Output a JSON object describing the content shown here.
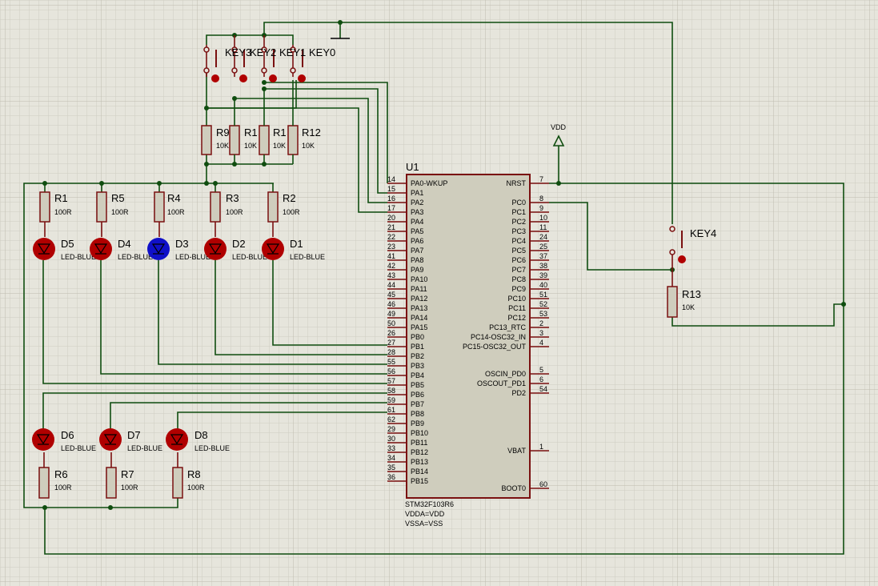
{
  "mcu": {
    "ref": "U1",
    "part": "STM32F103R6",
    "notes": [
      "VDDA=VDD",
      "VSSA=VSS"
    ],
    "left_pins": [
      {
        "num": "14",
        "name": "PA0-WKUP"
      },
      {
        "num": "15",
        "name": "PA1"
      },
      {
        "num": "16",
        "name": "PA2"
      },
      {
        "num": "17",
        "name": "PA3"
      },
      {
        "num": "20",
        "name": "PA4"
      },
      {
        "num": "21",
        "name": "PA5"
      },
      {
        "num": "22",
        "name": "PA6"
      },
      {
        "num": "23",
        "name": "PA7"
      },
      {
        "num": "41",
        "name": "PA8"
      },
      {
        "num": "42",
        "name": "PA9"
      },
      {
        "num": "43",
        "name": "PA10"
      },
      {
        "num": "44",
        "name": "PA11"
      },
      {
        "num": "45",
        "name": "PA12"
      },
      {
        "num": "46",
        "name": "PA13"
      },
      {
        "num": "49",
        "name": "PA14"
      },
      {
        "num": "50",
        "name": "PA15"
      },
      {
        "num": "26",
        "name": "PB0"
      },
      {
        "num": "27",
        "name": "PB1"
      },
      {
        "num": "28",
        "name": "PB2"
      },
      {
        "num": "55",
        "name": "PB3"
      },
      {
        "num": "56",
        "name": "PB4"
      },
      {
        "num": "57",
        "name": "PB5"
      },
      {
        "num": "58",
        "name": "PB6"
      },
      {
        "num": "59",
        "name": "PB7"
      },
      {
        "num": "61",
        "name": "PB8"
      },
      {
        "num": "62",
        "name": "PB9"
      },
      {
        "num": "29",
        "name": "PB10"
      },
      {
        "num": "30",
        "name": "PB11"
      },
      {
        "num": "33",
        "name": "PB12"
      },
      {
        "num": "34",
        "name": "PB13"
      },
      {
        "num": "35",
        "name": "PB14"
      },
      {
        "num": "36",
        "name": "PB15"
      }
    ],
    "right_pins": [
      {
        "num": "7",
        "name": "NRST"
      },
      {
        "num": "8",
        "name": "PC0"
      },
      {
        "num": "9",
        "name": "PC1"
      },
      {
        "num": "10",
        "name": "PC2"
      },
      {
        "num": "11",
        "name": "PC3"
      },
      {
        "num": "24",
        "name": "PC4"
      },
      {
        "num": "25",
        "name": "PC5"
      },
      {
        "num": "37",
        "name": "PC6"
      },
      {
        "num": "38",
        "name": "PC7"
      },
      {
        "num": "39",
        "name": "PC8"
      },
      {
        "num": "40",
        "name": "PC9"
      },
      {
        "num": "51",
        "name": "PC10"
      },
      {
        "num": "52",
        "name": "PC11"
      },
      {
        "num": "53",
        "name": "PC12"
      },
      {
        "num": "2",
        "name": "PC13_RTC"
      },
      {
        "num": "3",
        "name": "PC14-OSC32_IN"
      },
      {
        "num": "4",
        "name": "PC15-OSC32_OUT"
      },
      {
        "num": "5",
        "name": "OSCIN_PD0"
      },
      {
        "num": "6",
        "name": "OSCOUT_PD1"
      },
      {
        "num": "54",
        "name": "PD2"
      },
      {
        "num": "1",
        "name": "VBAT"
      },
      {
        "num": "60",
        "name": "BOOT0"
      }
    ]
  },
  "power": {
    "vdd": "VDD"
  },
  "led_resistors_top": [
    {
      "ref": "R1",
      "value": "100R"
    },
    {
      "ref": "R5",
      "value": "100R"
    },
    {
      "ref": "R4",
      "value": "100R"
    },
    {
      "ref": "R3",
      "value": "100R"
    },
    {
      "ref": "R2",
      "value": "100R"
    }
  ],
  "leds_top": [
    {
      "ref": "D5",
      "type": "LED-BLUE",
      "color": "#b00000"
    },
    {
      "ref": "D4",
      "type": "LED-BLUE",
      "color": "#b00000"
    },
    {
      "ref": "D3",
      "type": "LED-BLUE",
      "color": "#1010c8"
    },
    {
      "ref": "D2",
      "type": "LED-BLUE",
      "color": "#b00000"
    },
    {
      "ref": "D1",
      "type": "LED-BLUE",
      "color": "#b00000"
    }
  ],
  "leds_bottom": [
    {
      "ref": "D6",
      "type": "LED-BLUE",
      "color": "#b00000"
    },
    {
      "ref": "D7",
      "type": "LED-BLUE",
      "color": "#b00000"
    },
    {
      "ref": "D8",
      "type": "LED-BLUE",
      "color": "#b00000"
    }
  ],
  "led_resistors_bottom": [
    {
      "ref": "R6",
      "value": "100R"
    },
    {
      "ref": "R7",
      "value": "100R"
    },
    {
      "ref": "R8",
      "value": "100R"
    }
  ],
  "pullups": [
    {
      "ref": "R9",
      "value": "10K"
    },
    {
      "ref": "R1",
      "value": "10K"
    },
    {
      "ref": "R1",
      "value": "10K"
    },
    {
      "ref": "R12",
      "value": "10K"
    }
  ],
  "keys_top": [
    "KEY3",
    "KEY2",
    "KEY1",
    "KEY0"
  ],
  "key4": {
    "ref": "KEY4"
  },
  "r13": {
    "ref": "R13",
    "value": "10K"
  }
}
